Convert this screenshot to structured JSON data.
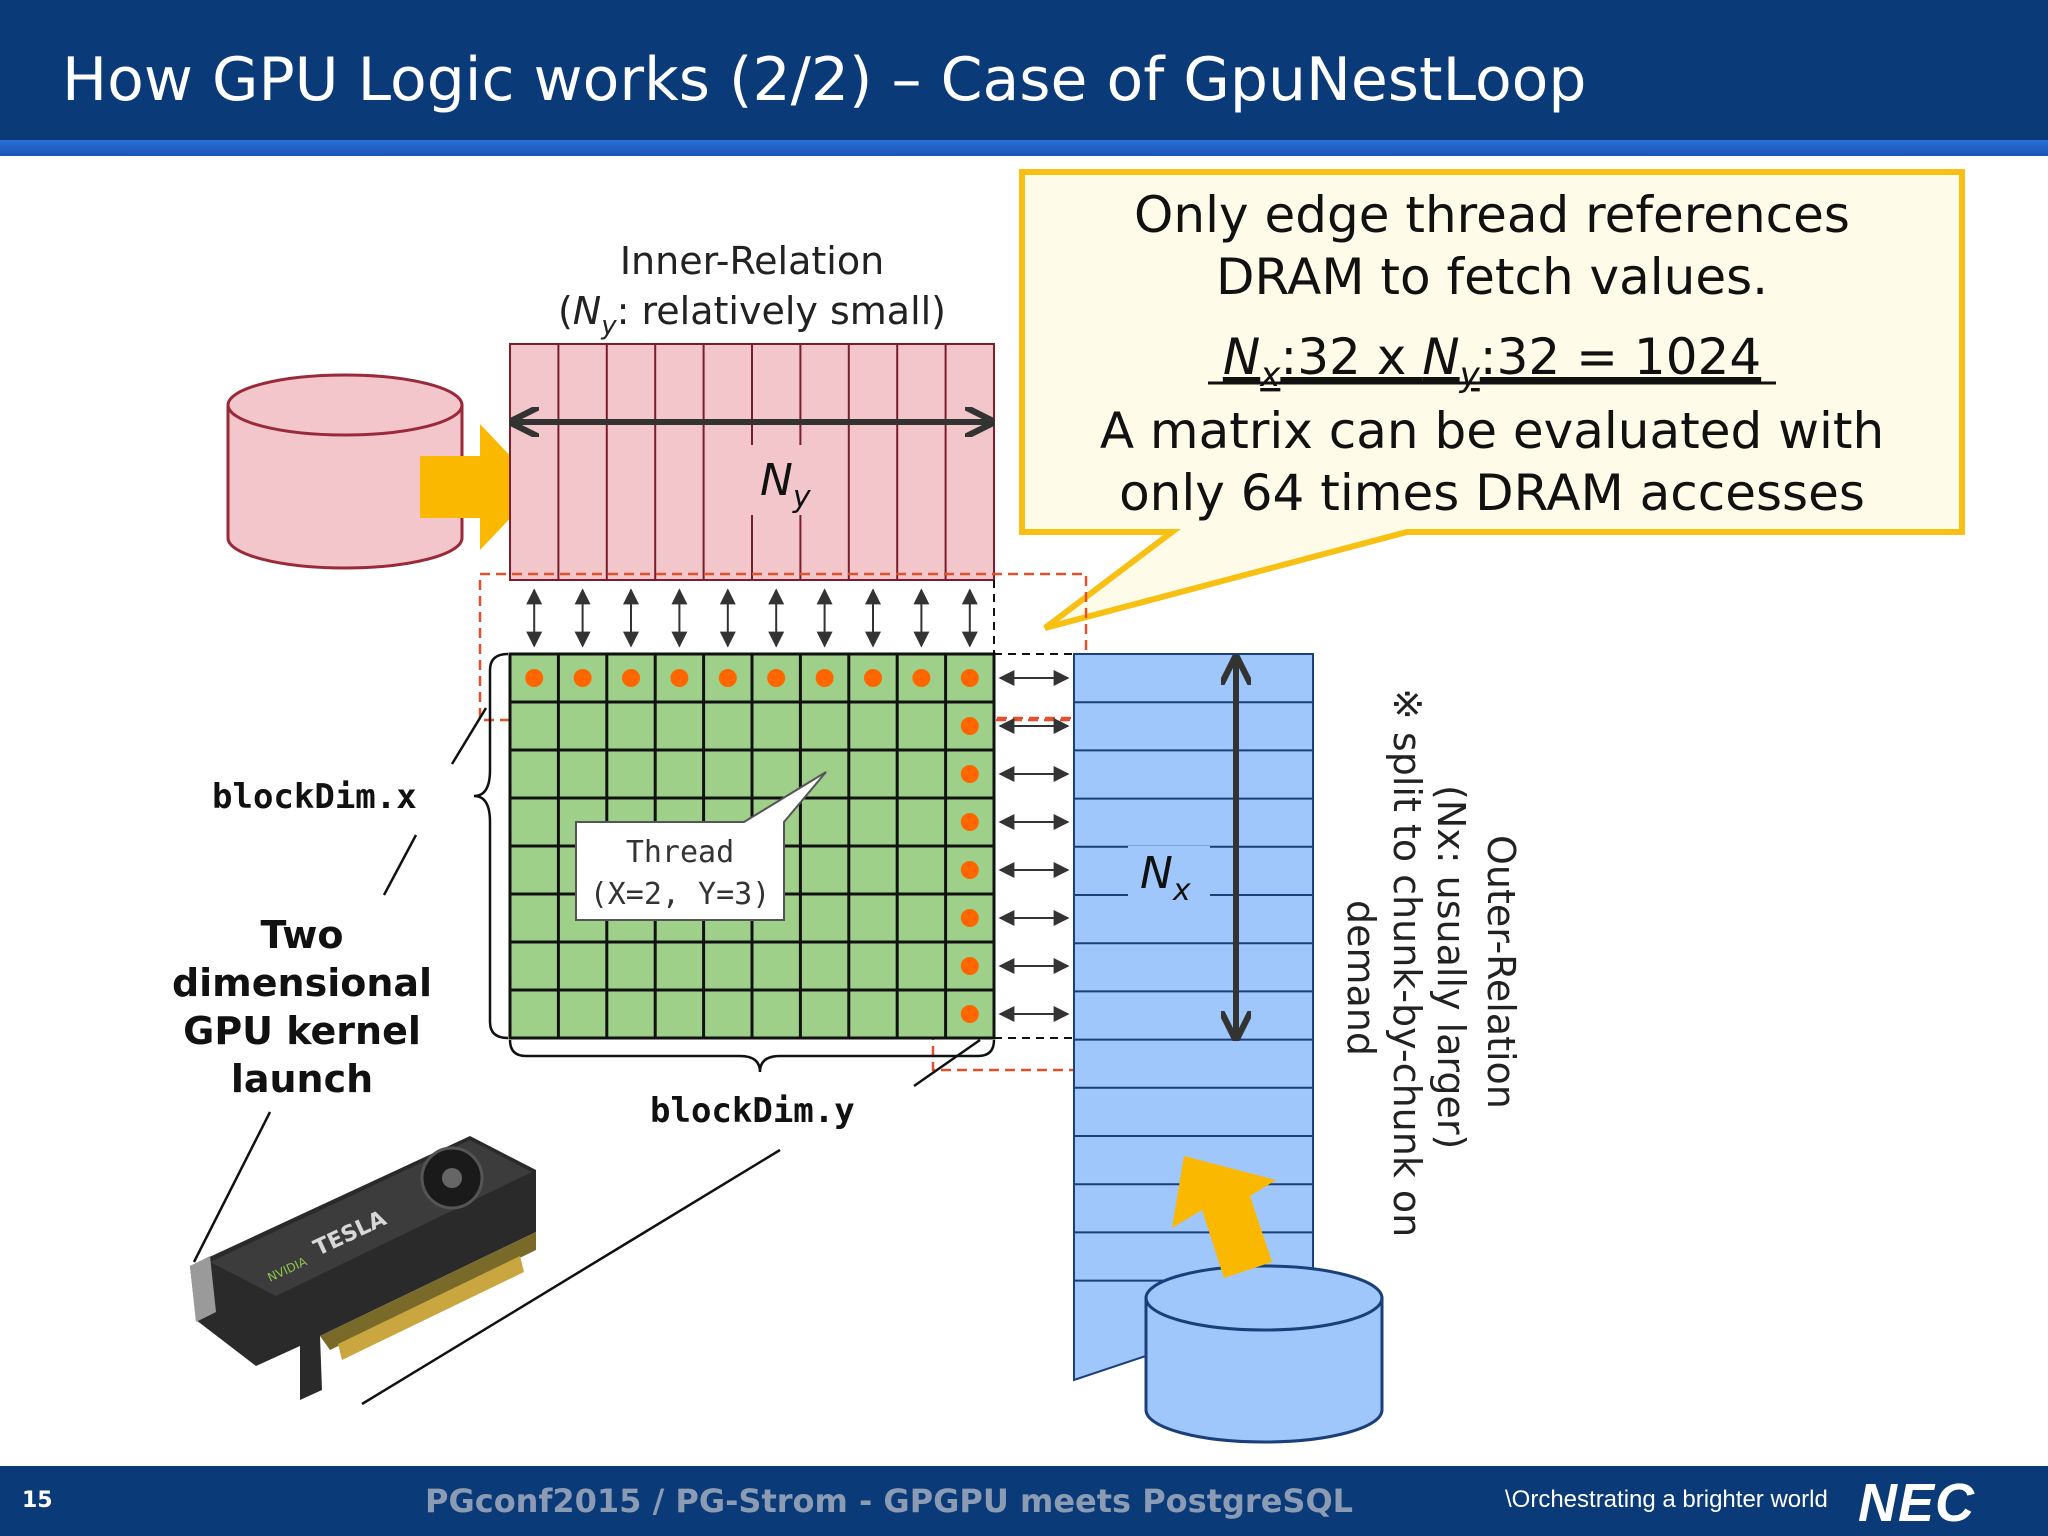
{
  "slide": {
    "title": "How GPU Logic works (2/2) – Case of GpuNestLoop",
    "page_number": "15",
    "footer_text": "PGconf2015 / PG-Strom - GPGPU meets PostgreSQL",
    "tagline": "\\Orchestrating a brighter world",
    "logo_text": "NEC"
  },
  "callout": {
    "line1": "Only edge thread references",
    "line2": "DRAM to fetch values.",
    "formula": "Nx:32 x Ny:32 = 1024",
    "line3": "A matrix can be evaluated with",
    "line4": "only 64 times DRAM accesses"
  },
  "inner_relation": {
    "label_line1": "Inner-Relation",
    "label_line2": "(Ny: relatively small)",
    "dim_label": "Ny"
  },
  "outer_relation": {
    "label_line1": "Outer-Relation",
    "label_line2": "(Nx: usually larger)",
    "label_line3": "※ split to chunk-by-chunk on",
    "label_line4": "demand",
    "dim_label": "Nx"
  },
  "thread": {
    "line1": "Thread",
    "line2": "(X=2, Y=3)"
  },
  "labels": {
    "blockdim_x": "blockDim.x",
    "blockdim_y": "blockDim.y",
    "kernel_line1": "Two",
    "kernel_line2": "dimensional",
    "kernel_line3": "GPU kernel",
    "kernel_line4": "launch"
  },
  "gpu_card": {
    "brand": "TESLA",
    "maker": "NVIDIA"
  },
  "colors": {
    "header": "#0b3a78",
    "inner_fill": "#f2c6cb",
    "outer_fill": "#9fc7fb",
    "grid_fill": "#9fd08a",
    "dot": "#ff6600",
    "arrow": "#fbb800",
    "callout_border": "#f7c012",
    "callout_fill": "#fefbe9"
  }
}
